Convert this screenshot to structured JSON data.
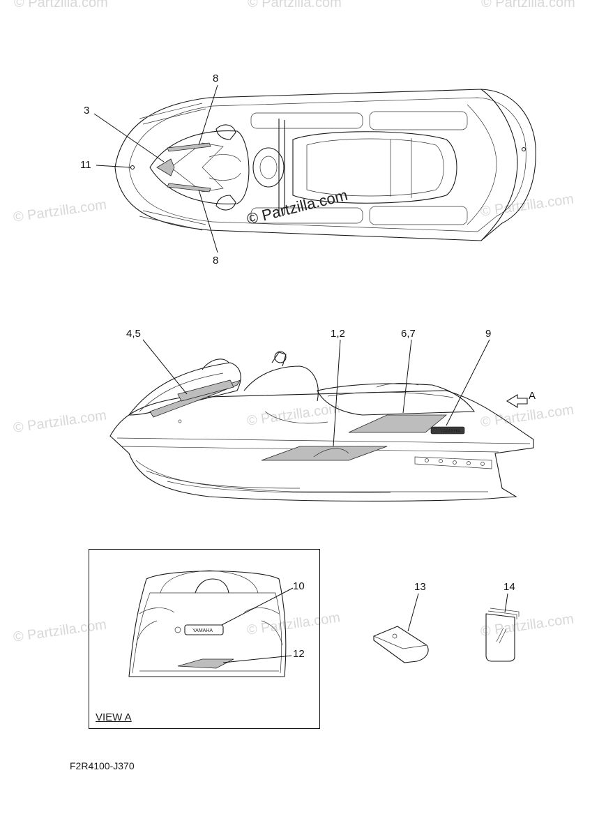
{
  "watermark": {
    "text": "© Partzilla.com",
    "main_text": "© Partzilla.com"
  },
  "callouts": {
    "top": {
      "c3": "3",
      "c8a": "8",
      "c8b": "8",
      "c11": "11"
    },
    "side": {
      "c45": "4,5",
      "c12": "1,2",
      "c67": "6,7",
      "c9": "9",
      "arrow_a": "A"
    },
    "view": {
      "c10": "10",
      "c12": "12"
    },
    "parts": {
      "c13": "13",
      "c14": "14"
    }
  },
  "view_label": "VIEW A",
  "diagram_code": "F2R4100-J370",
  "decals": {
    "brand": "YAMAHA"
  },
  "colors": {
    "line": "#1a1a1a",
    "watermark": "#d8d8d8",
    "decal_fill": "#bdbdbd"
  }
}
